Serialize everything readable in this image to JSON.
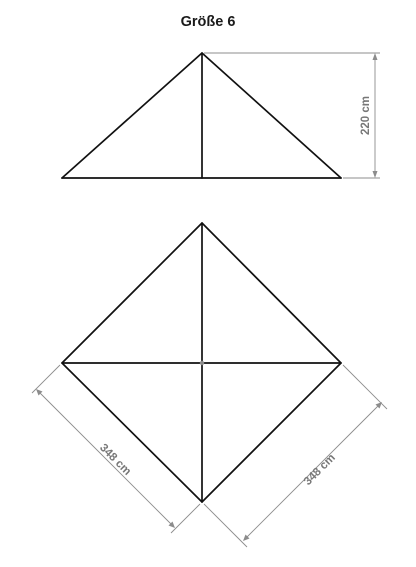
{
  "title": "Größe 6",
  "dimensions": {
    "height": "220 cm",
    "side_left": "348 cm",
    "side_right": "348 cm"
  },
  "colors": {
    "frame": "#111111",
    "dimension": "#8c8c8c",
    "dimension_text": "#777777"
  }
}
